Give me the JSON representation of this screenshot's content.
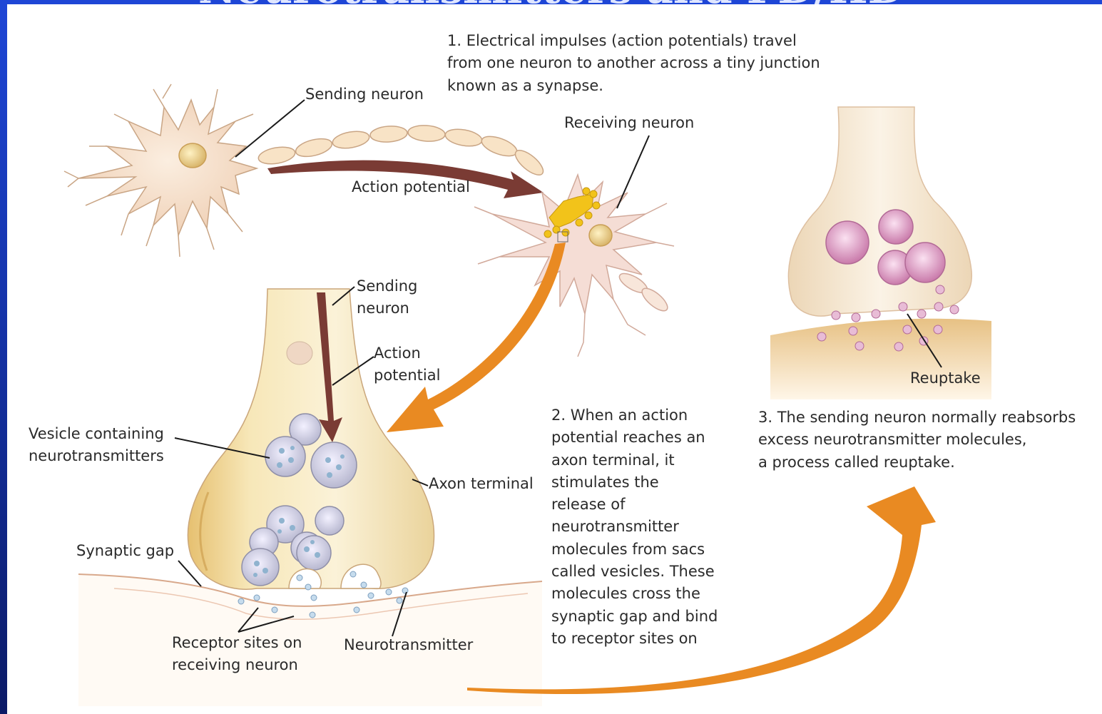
{
  "slide": {
    "title": "Neurotransmitters and PD/HD"
  },
  "step1": {
    "lines": [
      "1. Electrical impulses (action potentials) travel",
      "from one neuron to another across a tiny junction",
      "known as a synapse."
    ]
  },
  "step2": {
    "lines": [
      "2. When an action",
      "potential reaches an",
      "axon terminal, it",
      "stimulates the",
      "release of",
      "neurotransmitter",
      "molecules from sacs",
      "called vesicles. These",
      "molecules cross the",
      "synaptic gap and bind",
      "to receptor sites on"
    ]
  },
  "step3": {
    "lines": [
      "3. The sending neuron normally reabsorbs",
      "excess neurotransmitter molecules,",
      "a process called reuptake."
    ]
  },
  "labels": {
    "sending_neuron_top": "Sending neuron",
    "receiving_neuron": "Receiving neuron",
    "action_potential_top": "Action potential",
    "sending_neuron_mid": [
      "Sending",
      "neuron"
    ],
    "action_potential_mid": [
      "Action",
      "potential"
    ],
    "vesicle": [
      "Vesicle containing",
      "neurotransmitters"
    ],
    "axon_terminal": "Axon terminal",
    "synaptic_gap": "Synaptic gap",
    "receptor_sites": [
      "Receptor sites on",
      "receiving neuron"
    ],
    "neurotransmitter": "Neurotransmitter",
    "reuptake": "Reuptake"
  }
}
